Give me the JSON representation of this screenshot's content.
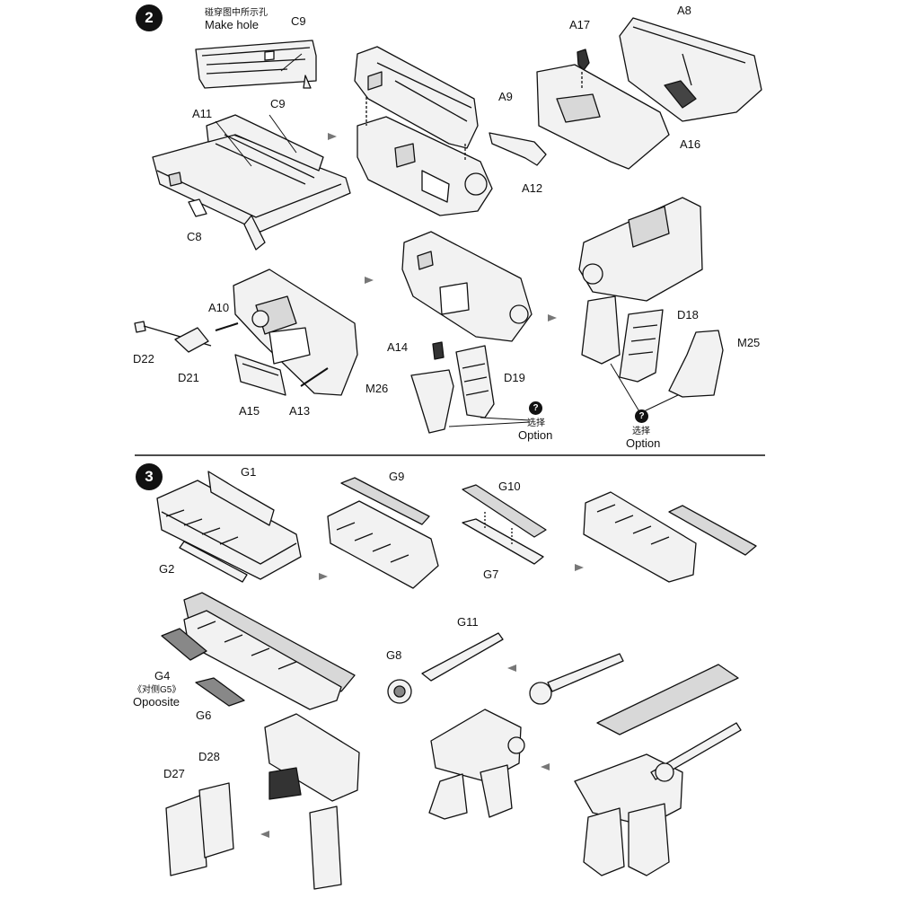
{
  "steps": [
    {
      "number": "2",
      "note": {
        "zh": "碰穿图中所示孔",
        "en": "Make hole",
        "part": "C9"
      },
      "labels": {
        "A17": "A17",
        "A8": "A8",
        "A9": "A9",
        "A16": "A16",
        "A12": "A12",
        "A11": "A11",
        "C9": "C9",
        "C8": "C8",
        "A10": "A10",
        "D22": "D22",
        "D21": "D21",
        "A15": "A15",
        "A13": "A13",
        "A14": "A14",
        "M26": "M26",
        "D19": "D19",
        "D18": "D18",
        "M25": "M25"
      },
      "options": [
        {
          "mark": "?",
          "zh": "选择",
          "en": "Option"
        },
        {
          "mark": "?",
          "zh": "选择",
          "en": "Option"
        }
      ]
    },
    {
      "number": "3",
      "labels": {
        "G1": "G1",
        "G2": "G2",
        "G9": "G9",
        "G10": "G10",
        "G7": "G7",
        "G4": "G4",
        "G6": "G6",
        "G11": "G11",
        "G8": "G8",
        "D27": "D27",
        "D28": "D28"
      },
      "opposite_note": {
        "zh": "《对侧G5》",
        "en": "Opoosite"
      }
    }
  ],
  "colors": {
    "ink": "#111111",
    "paper": "#ffffff",
    "fill": "#f2f2f2",
    "shade": "#d8d8d8"
  },
  "icons": [
    "step-badge",
    "option-question-icon",
    "assembly-arrow-icon"
  ]
}
